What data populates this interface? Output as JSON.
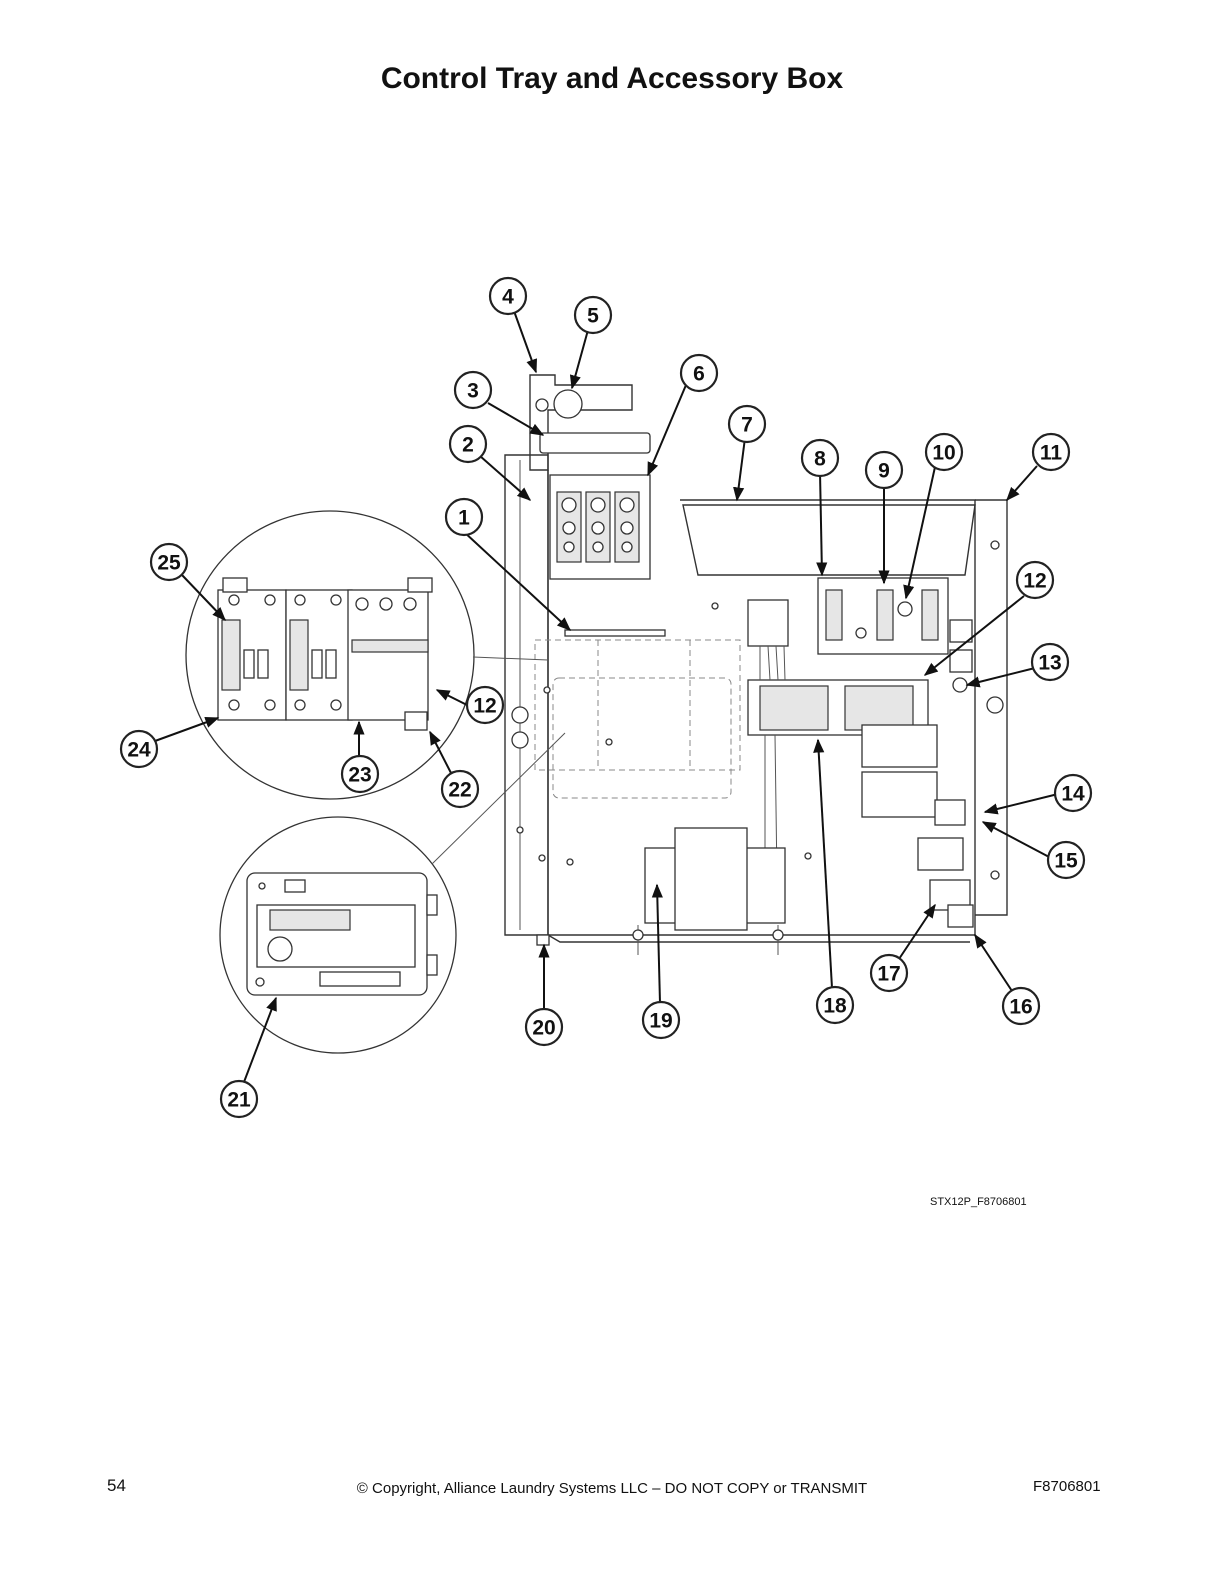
{
  "title": "Control Tray and Accessory Box",
  "figure_id": "STX12P_F8706801",
  "footer": {
    "page_number": "54",
    "copyright": "© Copyright, Alliance Laundry Systems LLC – DO NOT COPY or TRANSMIT",
    "document_code": "F8706801"
  },
  "callouts": {
    "c1": "1",
    "c2": "2",
    "c3": "3",
    "c4": "4",
    "c5": "5",
    "c6": "6",
    "c7": "7",
    "c8": "8",
    "c9": "9",
    "c10": "10",
    "c11": "11",
    "c12a": "12",
    "c12b": "12",
    "c13": "13",
    "c14": "14",
    "c15": "15",
    "c16": "16",
    "c17": "17",
    "c18": "18",
    "c19": "19",
    "c20": "20",
    "c21": "21",
    "c22": "22",
    "c23": "23",
    "c24": "24",
    "c25": "25"
  }
}
